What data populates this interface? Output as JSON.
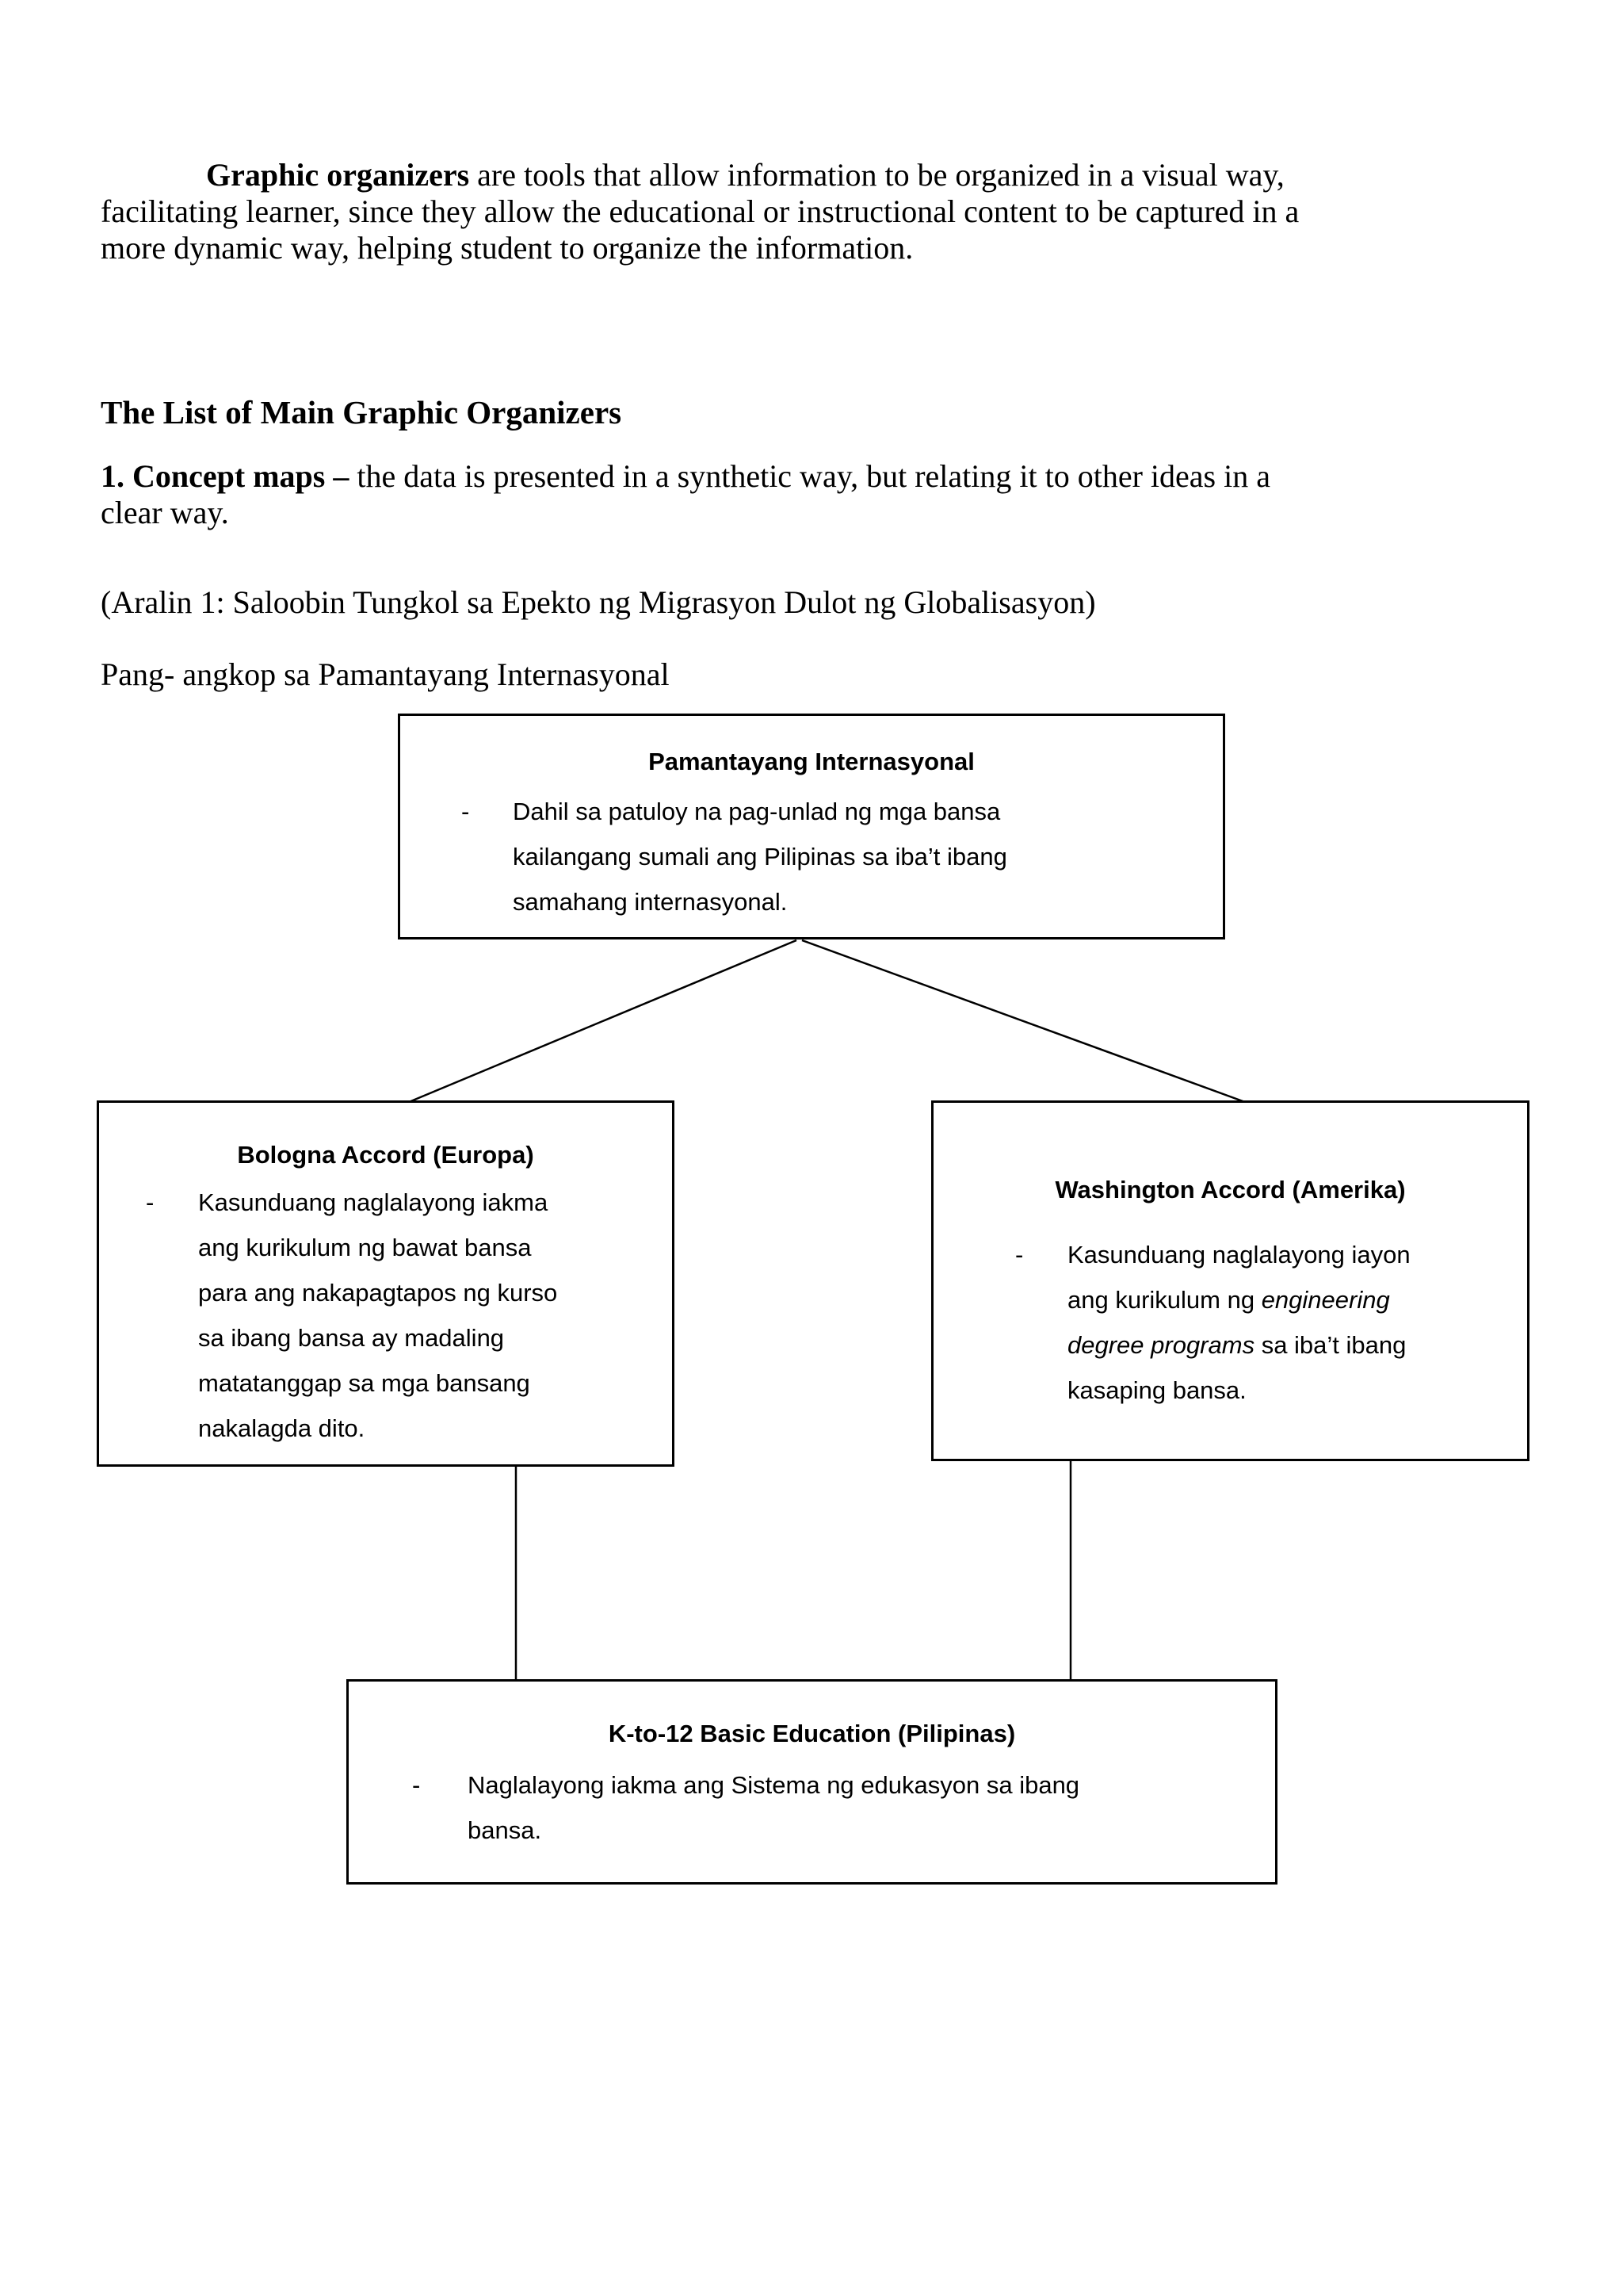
{
  "page": {
    "background": "#ffffff",
    "text_color": "#000000",
    "border_color": "#000000"
  },
  "intro": {
    "bold": "Graphic organizers",
    "rest": " are tools that allow information to be organized in a visual way,\nfacilitating learner, since they allow the educational or instructional content to be captured in a\nmore dynamic way, helping student to organize the information."
  },
  "list_heading": "The List of Main Graphic Organizers",
  "list_item": {
    "bold": "1. Concept maps –",
    "rest": " the data is presented in a synthetic way, but relating it to other ideas in a\nclear way."
  },
  "aralin_note": "(Aralin 1: Saloobin Tungkol sa Epekto ng Migrasyon Dulot ng Globalisasyon)",
  "diagram_caption": "Pang- angkop sa Pamantayang Internasyonal",
  "diagram": {
    "bullet_marker": "-",
    "top_box": {
      "title": "Pamantayang Internasyonal",
      "bullet": "Dahil sa patuloy na pag-unlad ng mga bansa\nkailangang sumali ang Pilipinas sa iba’t ibang\nsamahang internasyonal."
    },
    "left_box": {
      "title": "Bologna Accord (Europa)",
      "bullet": "Kasunduang naglalayong iakma\nang kurikulum ng bawat bansa\npara ang nakapagtapos ng kurso\nsa ibang bansa ay madaling\nmatatanggap sa mga bansang\nnakalagda dito."
    },
    "right_box": {
      "title": "Washington Accord (Amerika)",
      "bullet_part1": "Kasunduang naglalayong iayon\nang kurikulum ng ",
      "bullet_italic": "engineering\ndegree programs",
      "bullet_part2": " sa iba’t ibang\nkasaping bansa."
    },
    "bottom_box": {
      "title": "K-to-12 Basic Education (Pilipinas)",
      "bullet": "Naglalayong iakma ang Sistema ng edukasyon sa ibang\nbansa."
    }
  }
}
